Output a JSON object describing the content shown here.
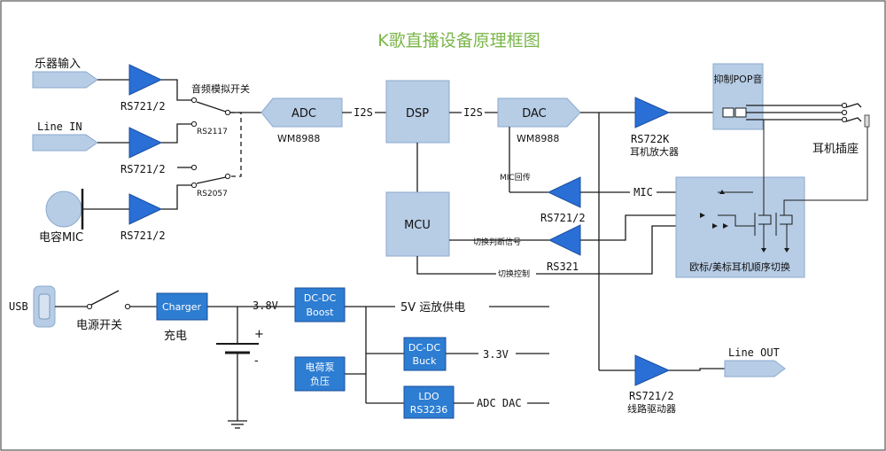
{
  "title": "K歌直播设备原理框图",
  "colors": {
    "title": "#7ab648",
    "amp_fill": "#2a6fd6",
    "amp_stroke": "#1b4f9c",
    "module_fill": "#b7cde6",
    "module_stroke": "#8ba9cc",
    "power_fill": "#2d7dd2",
    "power_stroke": "#1b4f9c",
    "wire": "#1a1a1a"
  },
  "inputs": {
    "instrument": "乐器输入",
    "line_in": "Line IN",
    "mic": "电容MIC"
  },
  "amps": {
    "a1": "RS721/2",
    "a2": "RS721/2",
    "a3": "RS721/2",
    "mic_return": "RS721/2",
    "switch_detect": "RS321",
    "headphone": "RS722K",
    "headphone_sub": "耳机放大器",
    "line_driver": "RS721/2",
    "line_driver_sub": "线路驱动器"
  },
  "switches": {
    "analog_switch": "音频模拟开关",
    "rs2117": "RS2117",
    "rs2057": "RS2057"
  },
  "codec": {
    "adc": "ADC",
    "adc_part": "WM8988",
    "i2s_in": "I2S",
    "dsp": "DSP",
    "i2s_out": "I2S",
    "dac": "DAC",
    "dac_part": "WM8988"
  },
  "control": {
    "mcu": "MCU",
    "mic_return_label": "MIC回传",
    "mic_label": "MIC",
    "switch_detect_label": "切换判断信号",
    "switch_control_label": "切换控制"
  },
  "output": {
    "pop": "抑制POP音",
    "jack": "耳机插座",
    "standard_switch": "欧标/美标耳机顺序切换",
    "line_out": "Line OUT"
  },
  "power": {
    "usb": "USB",
    "power_switch": "电源开关",
    "charger": "Charger",
    "charge": "充电",
    "v38": "3.8V",
    "boost": [
      "DC-DC",
      "Boost"
    ],
    "supply_5v": "5V 运放供电",
    "buck": [
      "DC-DC",
      "Buck"
    ],
    "v33": "3.3V",
    "charge_pump": [
      "电荷泵",
      "负压"
    ],
    "ldo": [
      "LDO",
      "RS3236"
    ],
    "adc_dac": "ADC DAC",
    "batt_plus": "+",
    "batt_minus": "-"
  }
}
